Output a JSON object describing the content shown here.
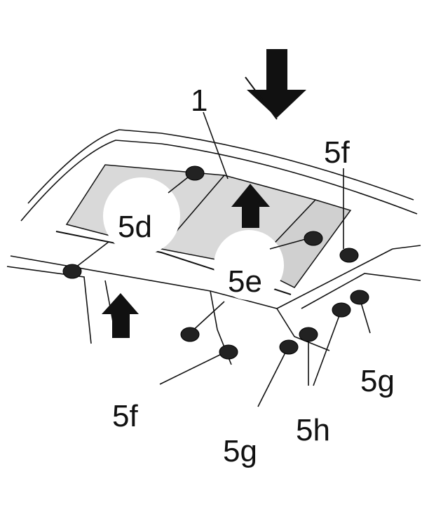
{
  "labels": {
    "part_1": "1",
    "part_5d": "5d",
    "part_5e": "5e",
    "part_5f_top": "5f",
    "part_5f_bottom": "5f",
    "part_5g_right": "5g",
    "part_5g_bottom": "5g",
    "part_5h": "5h"
  },
  "colors": {
    "line": "#111111",
    "panel": "#d9d9d9",
    "fastener": "#222222"
  }
}
